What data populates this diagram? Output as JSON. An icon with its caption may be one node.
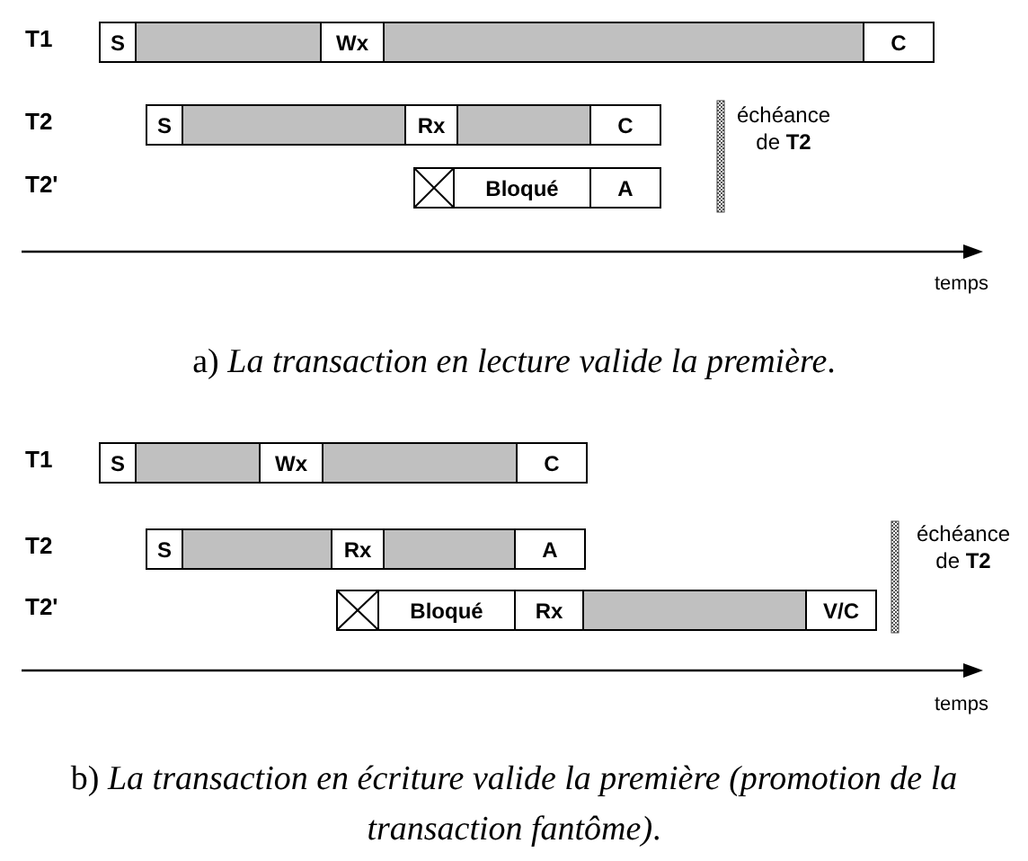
{
  "diagram": {
    "nodes": [
      {
        "text": [
          "S"
        ]
      },
      {
        "text": [],
        "shape": "bar"
      },
      {
        "text": [
          "Wx"
        ]
      },
      {
        "text": [],
        "shape": "bar"
      },
      {
        "text": [
          "C"
        ]
      },
      {
        "text": [
          "S"
        ]
      },
      {
        "text": [],
        "shape": "bar"
      },
      {
        "text": [
          "Rx"
        ]
      },
      {
        "text": [],
        "shape": "bar"
      },
      {
        "text": [
          "C"
        ]
      },
      {
        "text": [],
        "shape": "box"
      },
      {
        "text": [
          "Bloqué"
        ]
      },
      {
        "text": [
          "A"
        ]
      },
      {
        "text": [
          "S"
        ]
      },
      {
        "text": [],
        "shape": "bar"
      },
      {
        "text": [
          "Wx"
        ]
      },
      {
        "text": [],
        "shape": "bar"
      },
      {
        "text": [
          "C"
        ]
      },
      {
        "text": [
          "S"
        ]
      },
      {
        "text": [],
        "shape": "bar"
      },
      {
        "text": [
          "Rx"
        ]
      },
      {
        "text": [],
        "shape": "bar"
      },
      {
        "text": [
          "A"
        ]
      },
      {
        "text": [],
        "shape": "box"
      },
      {
        "text": [
          "Bloqué"
        ]
      },
      {
        "text": [
          "Rx"
        ]
      },
      {
        "text": [],
        "shape": "bar"
      },
      {
        "text": [
          "V/C"
        ]
      }
    ],
    "labels": [
      "T1",
      "T2",
      "échéance de **T2**",
      "T2'",
      "temps",
      "a) *La transaction en lecture valide la première*.",
      "T1",
      "T2",
      "échéance de **T2**",
      "T2'",
      "temps",
      "b) *La transaction en écriture valide la première (promotion de la transaction fantôme)*."
    ]
  }
}
